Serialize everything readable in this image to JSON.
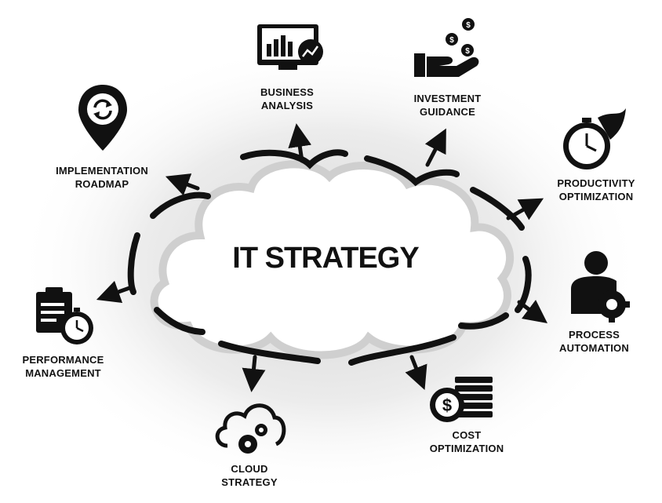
{
  "title": "IT STRATEGY",
  "items": [
    {
      "id": "business-analysis",
      "line1": "BUSINESS",
      "line2": "ANALYSIS",
      "icon": "monitor-chart-icon"
    },
    {
      "id": "investment-guidance",
      "line1": "INVESTMENT",
      "line2": "GUIDANCE",
      "icon": "hand-coins-icon"
    },
    {
      "id": "productivity-optimization",
      "line1": "PRODUCTIVITY",
      "line2": "OPTIMIZATION",
      "icon": "stopwatch-icon"
    },
    {
      "id": "process-automation",
      "line1": "PROCESS",
      "line2": "AUTOMATION",
      "icon": "user-gear-icon"
    },
    {
      "id": "cost-optimization",
      "line1": "COST",
      "line2": "OPTIMIZATION",
      "icon": "dollar-coins-icon"
    },
    {
      "id": "cloud-strategy",
      "line1": "CLOUD",
      "line2": "STRATEGY",
      "icon": "cloud-gears-icon"
    },
    {
      "id": "performance-management",
      "line1": "PERFORMANCE",
      "line2": "MANAGEMENT",
      "icon": "clipboard-timer-icon"
    },
    {
      "id": "implementation-roadmap",
      "line1": "IMPLEMENTATION",
      "line2": "ROADMAP",
      "icon": "location-pin-refresh-icon"
    }
  ]
}
